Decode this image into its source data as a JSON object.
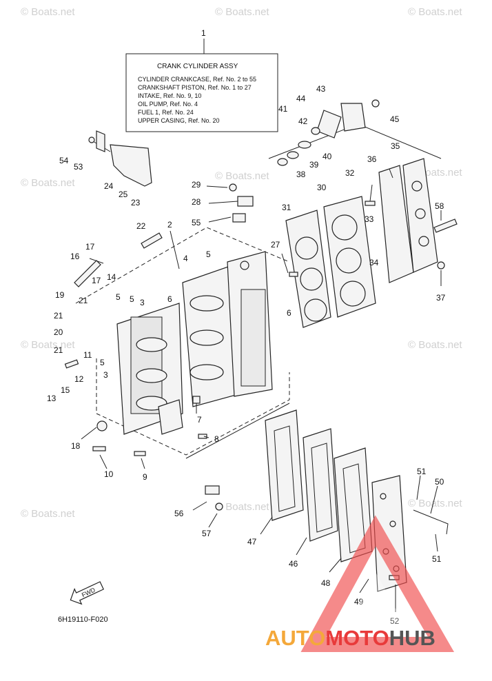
{
  "watermarks": [
    "© Boats.net"
  ],
  "info_box": {
    "callout": "1",
    "title": "CRANK CYLINDER ASSY",
    "lines": [
      "CYLINDER CRANKCASE,  Ref. No. 2 to 55",
      "CRANKSHAFT PISTON,  Ref. No. 1 to 27",
      "INTAKE,  Ref. No. 9, 10",
      "OIL PUMP,  Ref. No. 4",
      "FUEL 1,  Ref. No. 24",
      "UPPER CASING,  Ref. No. 20"
    ]
  },
  "callouts": [
    "2",
    "3",
    "3",
    "4",
    "5",
    "5",
    "5",
    "5",
    "6",
    "6",
    "7",
    "8",
    "9",
    "10",
    "11",
    "12",
    "13",
    "14",
    "15",
    "16",
    "17",
    "17",
    "18",
    "19",
    "20",
    "21",
    "21",
    "21",
    "22",
    "23",
    "24",
    "25",
    "27",
    "28",
    "29",
    "30",
    "31",
    "32",
    "33",
    "34",
    "35",
    "36",
    "37",
    "38",
    "39",
    "40",
    "41",
    "42",
    "43",
    "44",
    "45",
    "46",
    "47",
    "48",
    "49",
    "50",
    "51",
    "51",
    "52",
    "53",
    "54",
    "55",
    "56",
    "57",
    "58"
  ],
  "fwd_label": "FWD",
  "diagram_code": "6H19110-F020",
  "logo": {
    "part1": "AUTO",
    "part2": "MOTO",
    "part3": "HUB",
    "colors": {
      "auto": "#f4a83a",
      "moto": "#e83a3a",
      "hub": "#555555",
      "triangle": "#ef4b4b"
    }
  }
}
